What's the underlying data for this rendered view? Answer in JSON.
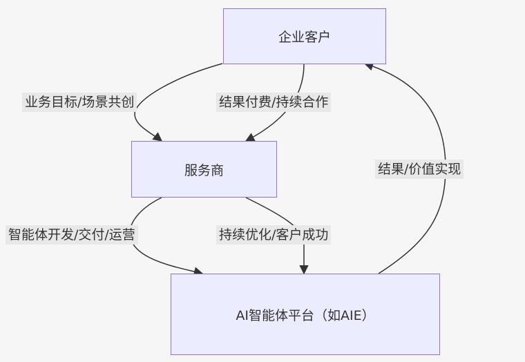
{
  "nodes": {
    "enterprise": "企业客户",
    "provider": "服务商",
    "platform": "AI智能体平台（如AIE）"
  },
  "edges": {
    "enterprise_to_provider_goals": "业务目标/场景共创",
    "enterprise_to_provider_pay": "结果付费/持续合作",
    "provider_to_platform_dev": "智能体开发/交付/运营",
    "provider_to_platform_opt": "持续优化/客户成功",
    "platform_to_enterprise": "结果/价值实现"
  },
  "colors": {
    "node_fill": "#ececff",
    "node_stroke": "#9370db",
    "edge_stroke": "#333333",
    "label_bg": "#e8e8e8",
    "background": "#f6f6f6"
  }
}
